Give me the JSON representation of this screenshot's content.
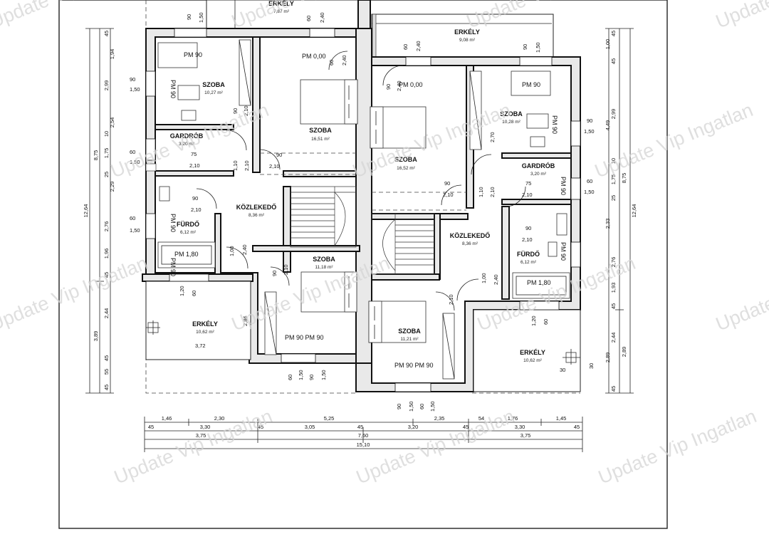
{
  "rooms": [
    {
      "name": "ERKÉLY",
      "area": "7,87 m²"
    },
    {
      "name": "ERKÉLY",
      "area": "9,08 m²"
    },
    {
      "name": "SZOBA",
      "area": "10,27 m²"
    },
    {
      "name": "SZOBA",
      "area": "16,51 m²"
    },
    {
      "name": "SZOBA",
      "area": "16,52 m²"
    },
    {
      "name": "SZOBA",
      "area": "10,28 m²"
    },
    {
      "name": "GARDRÓB",
      "area": "3,20 m²"
    },
    {
      "name": "GARDRÓB",
      "area": "3,20 m²"
    },
    {
      "name": "KÖZLEKEDŐ",
      "area": "8,36 m²"
    },
    {
      "name": "KÖZLEKEDŐ",
      "area": "8,36 m²"
    },
    {
      "name": "FÜRDŐ",
      "area": "6,12 m²"
    },
    {
      "name": "FÜRDŐ",
      "area": "6,12 m²"
    },
    {
      "name": "SZOBA",
      "area": "11,18 m²"
    },
    {
      "name": "SZOBA",
      "area": "11,21 m²"
    },
    {
      "name": "ERKÉLY",
      "area": "10,62 m²"
    },
    {
      "name": "ERKÉLY",
      "area": "10,62 m²"
    }
  ],
  "labels": [
    "PM 90",
    "PM 0,00",
    "PM 0,00",
    "PM 90",
    "PM 90",
    "PM 90",
    "PM 90",
    "PM 90",
    "PM 1,80",
    "PM 1,80",
    "PM 90 PM 90",
    "PM 90 PM 90",
    "PM 90",
    "PM 90"
  ],
  "openings": [
    "90",
    "1,50",
    "60",
    "2,40",
    "90",
    "1,50",
    "60",
    "2,40",
    "60",
    "2,40",
    "90",
    "1,50",
    "90",
    "2,10",
    "90",
    "2,10",
    "60",
    "1,50",
    "75",
    "2,10",
    "90",
    "2,10",
    "60",
    "1,50",
    "75",
    "2,10",
    "90",
    "2,10",
    "90",
    "1,50",
    "60",
    "1,50",
    "1,00",
    "2,40",
    "1,00",
    "2,40",
    "90",
    "2,10",
    "90",
    "2,10",
    "1,20",
    "60",
    "1,20",
    "60",
    "1,10",
    "2,10",
    "1,10",
    "2,10",
    "60",
    "1,50",
    "90",
    "1,50",
    "90",
    "1,50",
    "60",
    "1,50",
    "2,86",
    "3,72",
    "90",
    "2,40",
    "30",
    "30",
    "2,70",
    "2,10"
  ],
  "dims_bottom_row1": [
    "1,46",
    "2,30",
    "5,25",
    "2,35",
    "54",
    "1,76",
    "1,45"
  ],
  "dims_bottom_row2": [
    "45",
    "3,30",
    "45",
    "3,05",
    "45",
    "3,20",
    "45",
    "3,30",
    "45"
  ],
  "dims_bottom_row3": [
    "3,75",
    "7,60",
    "3,75"
  ],
  "dims_bottom_row4": [
    "15,10"
  ],
  "dims_left_outer": [
    "12,64"
  ],
  "dims_left_mid": [
    "8,75",
    "3,89"
  ],
  "dims_left_inner": [
    "45",
    "1,94",
    "2,99",
    "2,54",
    "10",
    "1,75",
    "25",
    "2,29",
    "2,76",
    "1,96",
    "45",
    "2,44",
    "45",
    "55",
    "45"
  ],
  "dims_right_outer": [
    "12,64"
  ],
  "dims_right_mid": [
    "8,75",
    "2,89"
  ],
  "dims_right_inner": [
    "45",
    "1,00",
    "45",
    "4,49",
    "2,99",
    "10",
    "1,75",
    "25",
    "2,33",
    "2,76",
    "1,93",
    "45",
    "2,44",
    "2,89",
    "45"
  ],
  "watermark": "Update Vip Ingatlan",
  "colors": {
    "wall": "#e9e9e9",
    "line": "#111111",
    "watermark": "#d4d4d4"
  }
}
